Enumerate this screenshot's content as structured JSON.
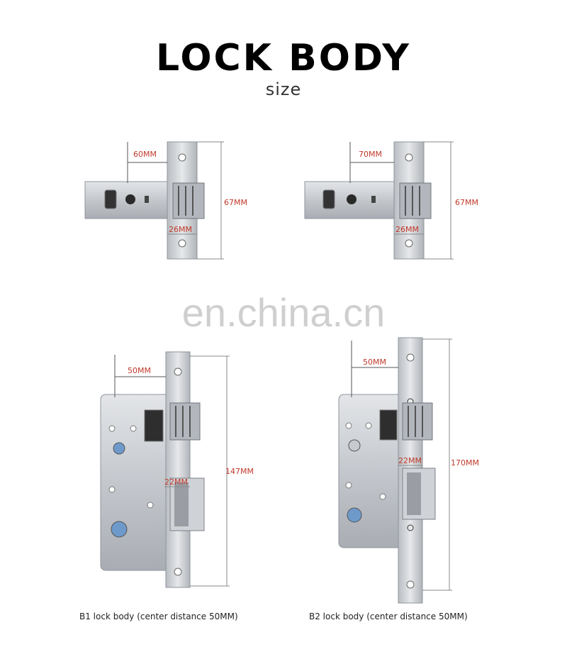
{
  "title": "LOCK BODY",
  "subtitle": "size",
  "watermark": "en.china.cn",
  "latch_60": {
    "backset": "60MM",
    "height": "67MM",
    "width": "26MM"
  },
  "latch_70": {
    "backset": "70MM",
    "height": "67MM",
    "width": "26MM"
  },
  "b1": {
    "backset": "50MM",
    "height": "147MM",
    "width": "22MM",
    "caption": "B1 lock body (center distance 50MM)"
  },
  "b2": {
    "backset": "50MM",
    "height": "170MM",
    "width": "22MM",
    "caption": "B2 lock body (center distance 50MM)"
  },
  "colors": {
    "dimension_text": "#c0392b",
    "steel": "#c9ccd1",
    "steel_dark": "#8f949b",
    "line": "#555555"
  }
}
